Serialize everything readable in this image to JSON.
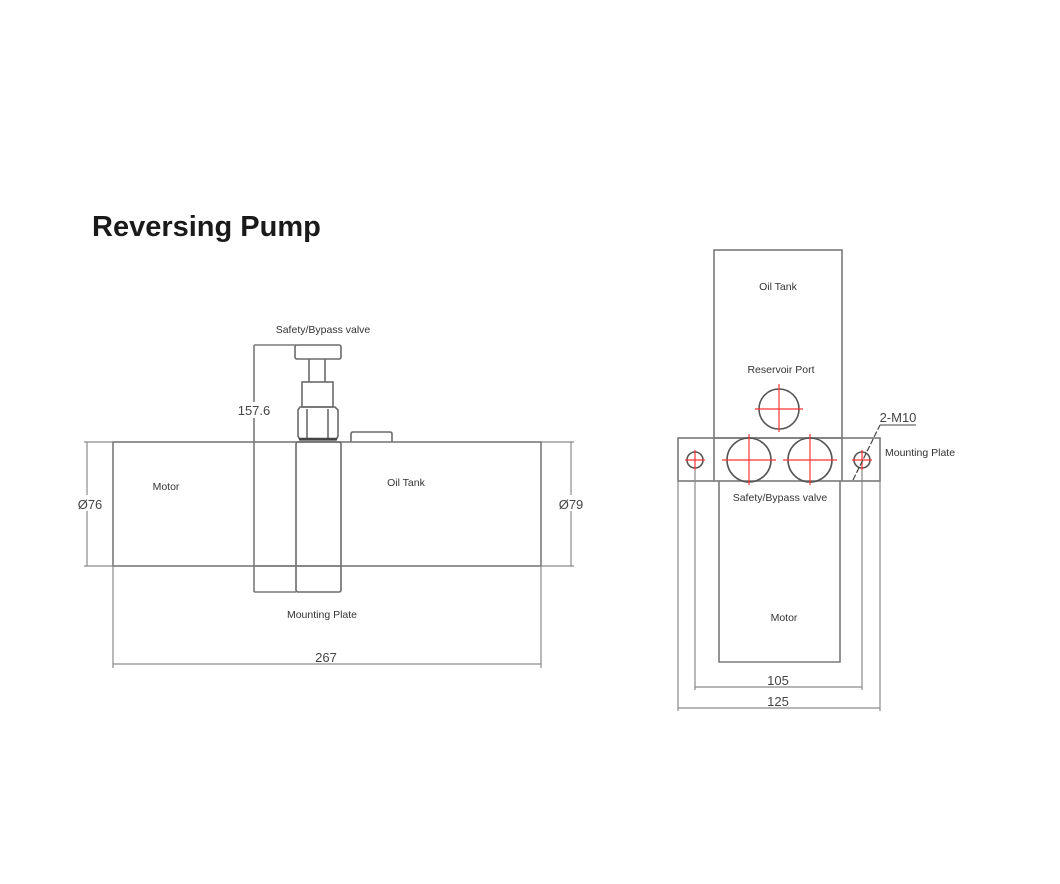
{
  "title": "Reversing Pump",
  "side_view": {
    "labels": {
      "safety_valve": "Safety/Bypass valve",
      "motor": "Motor",
      "oil_tank": "Oil Tank",
      "mounting_plate": "Mounting Plate"
    },
    "dimensions": {
      "height": "157.6",
      "motor_diameter": "Ø76",
      "tank_diameter": "Ø79",
      "length": "267"
    }
  },
  "end_view": {
    "labels": {
      "oil_tank": "Oil Tank",
      "reservoir_port": "Reservoir Port",
      "mounting_plate": "Mounting Plate",
      "safety_valve": "Safety/Bypass valve",
      "motor": "Motor",
      "holes": "2-M10"
    },
    "dimensions": {
      "inner_width": "105",
      "outer_width": "125"
    }
  },
  "colors": {
    "line": "#7a7a7a",
    "centerline": "#ff3333",
    "text": "#333333"
  }
}
